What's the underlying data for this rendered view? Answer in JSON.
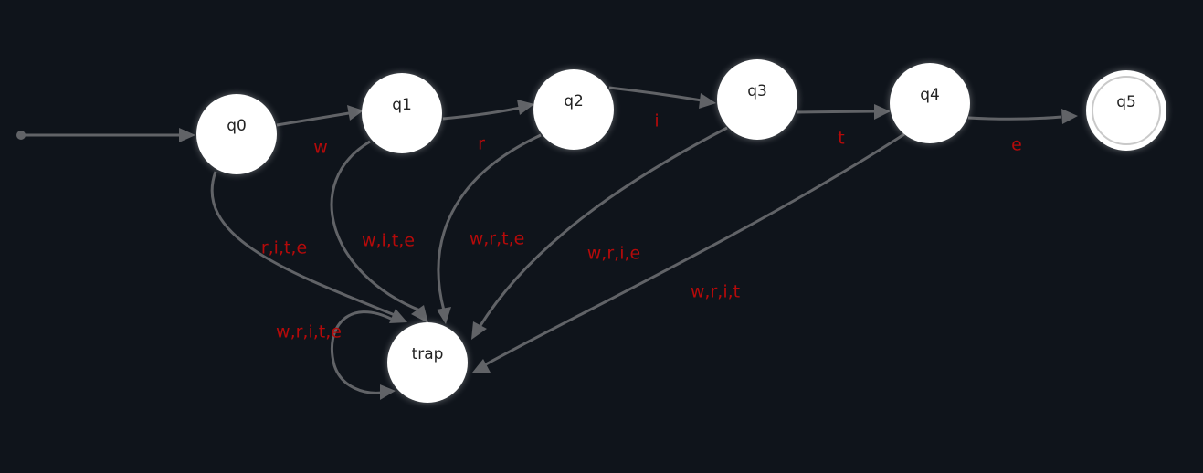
{
  "diagram": {
    "type": "finite-automaton",
    "colors": {
      "background": "#0f141b",
      "edge": "#616367",
      "label": "#b50a0a",
      "state": "#ffffff"
    },
    "states": {
      "q0": "q0",
      "q1": "q1",
      "q2": "q2",
      "q3": "q3",
      "q4": "q4",
      "q5": "q5",
      "trap": "trap"
    },
    "transitions": {
      "q0_q1": "w",
      "q1_q2": "r",
      "q2_q3": "i",
      "q3_q4": "t",
      "q4_q5": "e",
      "q0_trap": "r,i,t,e",
      "q1_trap": "w,i,t,e",
      "q2_trap": "w,r,t,e",
      "q3_trap": "w,r,i,e",
      "q4_trap": "w,r,i,t",
      "trap_trap": "w,r,i,t,e"
    },
    "start_state": "q0",
    "accepting_state": "q5"
  }
}
